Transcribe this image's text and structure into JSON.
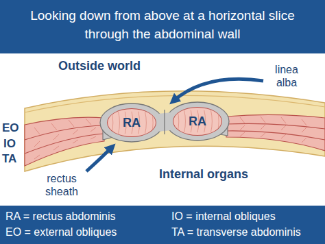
{
  "diagram": {
    "title": "Looking down from above at a horizontal slice through the abdominal wall",
    "nodes": [
      {
        "text": [
          "RA"
        ]
      },
      {
        "text": [
          "RA"
        ]
      }
    ],
    "labels": [
      "Outside world",
      "linea alba",
      "EO",
      "IO",
      "TA",
      "rectus sheath",
      "Internal organs",
      "RA = rectus abdominis",
      "IO = internal obliques",
      "EO = external obliques",
      "TA = transverse abdominis"
    ]
  }
}
